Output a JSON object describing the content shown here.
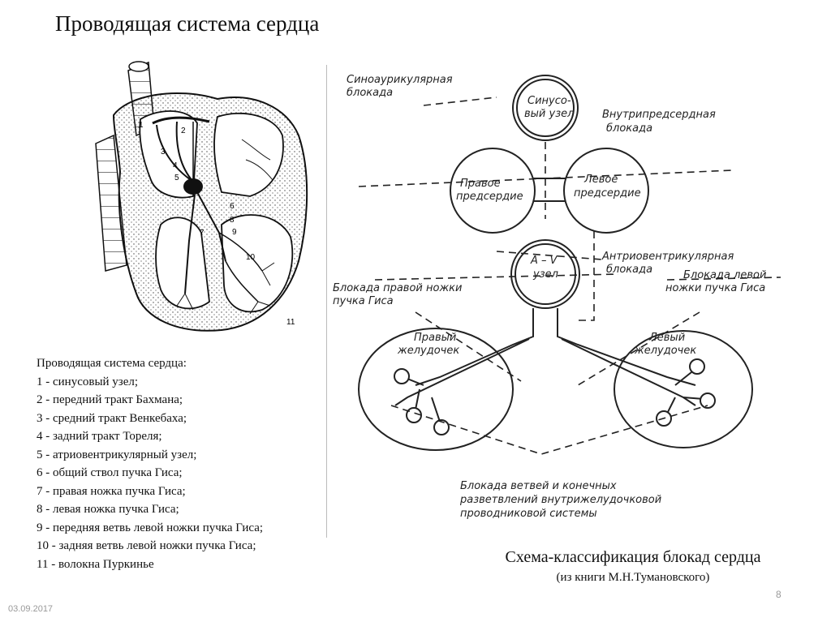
{
  "slide": {
    "title": "Проводящая система сердца",
    "date": "03.09.2017",
    "page_number": "8"
  },
  "heart_figure": {
    "labels": [
      "1",
      "2",
      "3",
      "4",
      "5",
      "6",
      "7",
      "8",
      "9",
      "10",
      "11"
    ]
  },
  "legend": {
    "heading": "Проводящая система сердца:",
    "items": [
      "1 - синусовый узел;",
      "2 - передний тракт Бахмана;",
      "3 - средний тракт Венкебаха;",
      "4 - задний тракт Тореля;",
      "5 - атриовентрикулярный узел;",
      "6 - общий ствол пучка Гиса;",
      "7 - правая ножка пучка Гиса;",
      "8 - левая ножка пучка Гиса;",
      "9 - передняя ветвь левой ножки пучка Гиса;",
      "10 - задняя ветвь левой ножки пучка Гиса;",
      "11 - волокна Пуркинье"
    ]
  },
  "scheme": {
    "sinoatrial_block": [
      "Синоаурикулярная",
      "блокада"
    ],
    "sinus_node": [
      "Синусо-",
      "вый узел"
    ],
    "intraatrial_block": [
      "Внутрипредсердная",
      "блокада"
    ],
    "right_atrium": [
      "Правое",
      "предсердие"
    ],
    "left_atrium": [
      "Левое",
      "предсердие"
    ],
    "av_node": [
      "A – V",
      "узел"
    ],
    "av_block": [
      "Антриовентрикулярная",
      "блокада"
    ],
    "left_bundle_block": [
      "Блокада левой",
      "ножки пучка Гиса"
    ],
    "right_bundle_block": [
      "Блокада правой ножки",
      "пучка Гиса"
    ],
    "right_ventricle": [
      "Правый",
      "желудочек"
    ],
    "left_ventricle": [
      "Левый",
      "желудочек"
    ],
    "branch_block": [
      "Блокада ветвей и конечных",
      "разветвлений внутрижелудочковой",
      "проводниковой системы"
    ]
  },
  "caption": {
    "main": "Схема-классификация блокад сердца",
    "sub": "(из книги М.Н.Тумановского)"
  }
}
